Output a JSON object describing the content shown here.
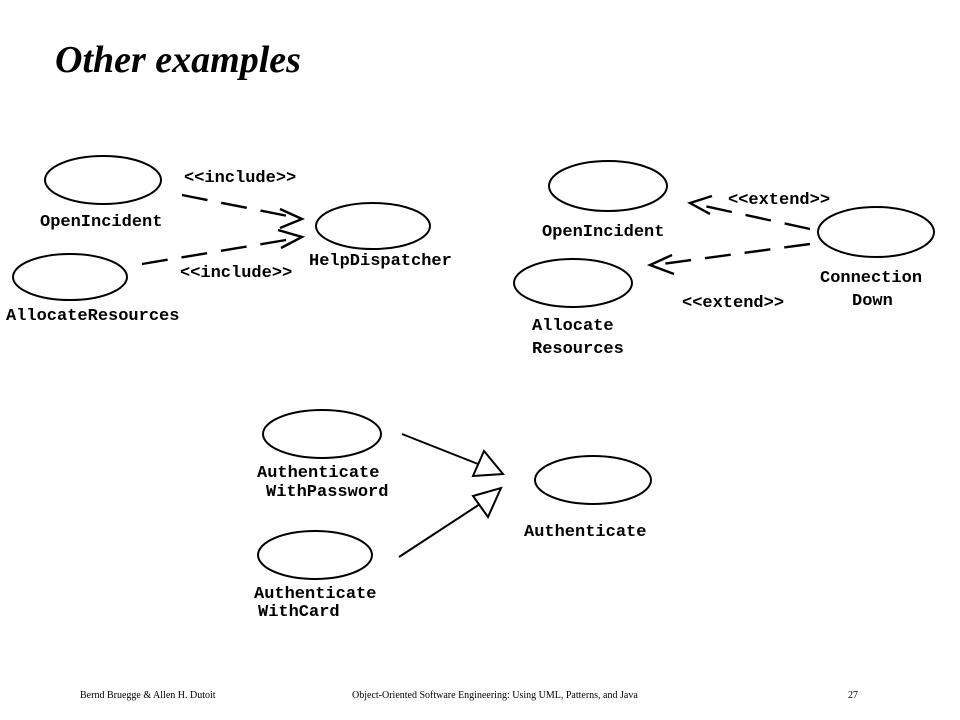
{
  "slide": {
    "title": "Other examples",
    "footer_authors": "Bernd Bruegge & Allen H. Dutoit",
    "footer_book": "Object-Oriented Software Engineering: Using UML, Patterns, and Java",
    "footer_page": "27"
  },
  "include_diagram": {
    "uc_open_incident": "OpenIncident",
    "uc_allocate_resources": "AllocateResources",
    "uc_help_dispatcher": "HelpDispatcher",
    "stereo_top": "<<include>>",
    "stereo_bottom": "<<include>>"
  },
  "extend_diagram": {
    "uc_open_incident": "OpenIncident",
    "uc_allocate_line1": "Allocate",
    "uc_allocate_line2": "Resources",
    "uc_connection_line1": "Connection",
    "uc_connection_line2": "Down",
    "stereo_top": "<<extend>>",
    "stereo_bottom": "<<extend>>"
  },
  "generalization_diagram": {
    "uc_password_line1": "Authenticate",
    "uc_password_line2": "WithPassword",
    "uc_card_line1": "Authenticate",
    "uc_card_line2": "WithCard",
    "uc_parent": "Authenticate"
  }
}
